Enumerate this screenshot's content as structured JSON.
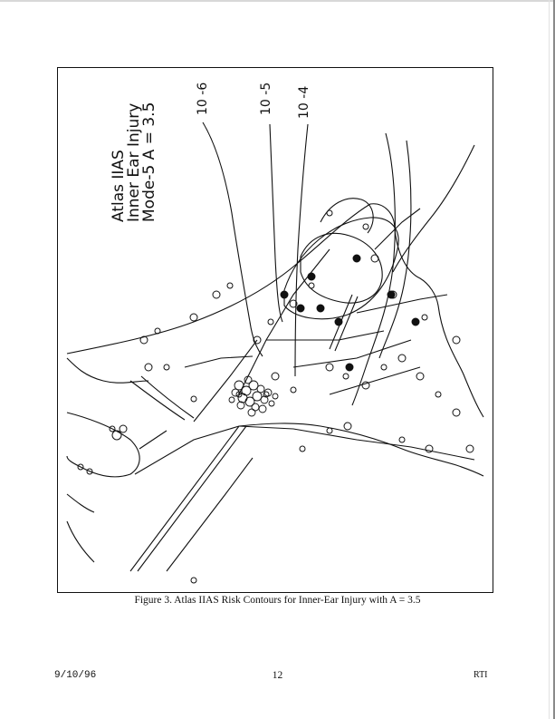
{
  "figure": {
    "title_lines": [
      "Atlas IIAS",
      "Inner Ear Injury",
      "Mode-5 A = 3.5"
    ],
    "contour_labels": [
      "10 -6",
      "10 -5",
      "10 -4"
    ],
    "colors": {
      "ink": "#111111",
      "paper": "#ffffff"
    }
  },
  "caption": "Figure 3. Atlas IIAS Risk Contours for Inner-Ear Injury with A = 3.5",
  "footer": {
    "date": "9/10/96",
    "page_number": "12",
    "organization": "RTI"
  }
}
